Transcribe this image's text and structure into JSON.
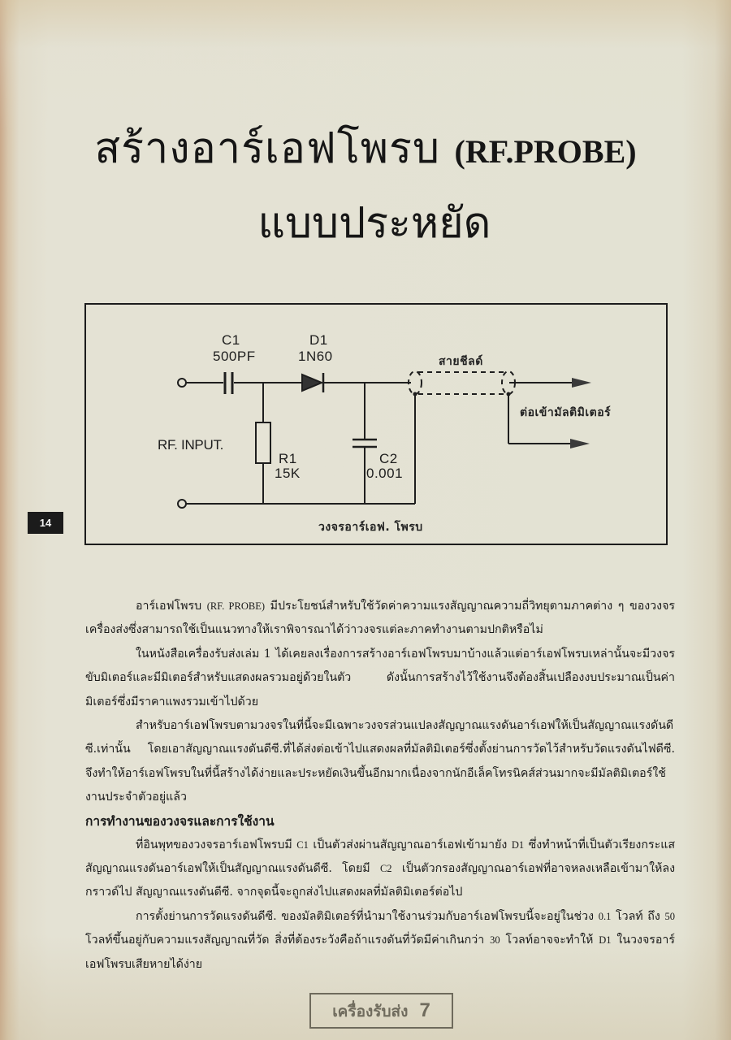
{
  "title": {
    "line1_thai": "สร้างอาร์เอฟโพรบ",
    "line1_latin": "(RF.PROBE)",
    "line2": "แบบประหยัด"
  },
  "figure": {
    "components": {
      "c1": {
        "name": "C1",
        "value": "500PF"
      },
      "d1": {
        "name": "D1",
        "value": "1N60"
      },
      "r1": {
        "name": "R1",
        "value": "15K"
      },
      "c2": {
        "name": "C2",
        "value": "0.001"
      }
    },
    "input_label": "RF. INPUT.",
    "shield_cable_label": "สายชีลด์",
    "output_label": "ต่อเข้ามัลติมิเตอร์",
    "caption": "วงจรอาร์เอฟ. โพรบ"
  },
  "page_number": "14",
  "body": {
    "para1_a": "อาร์เอฟโพรบ ",
    "para1_b": "(RF. PROBE)",
    "para1_c": " มีประโยชน์สำหรับใช้วัดค่าความแรงสัญญาณความถี่วิทยุตามภาคต่าง ๆ ของวงจรเครื่องส่งซึ่งสามารถใช้เป็นแนวทางให้เราพิจารณาได้ว่าวงจรแต่ละภาคทำงานตามปกติหรือไม่",
    "para2": "ในหนังสือเครื่องรับส่งเล่ม 1 ได้เคยลงเรื่องการสร้างอาร์เอฟโพรบมาบ้างแล้วแต่อาร์เอฟโพรบเหล่านั้นจะมีวงจรขับมิเตอร์และมีมิเตอร์สำหรับแสดงผลรวมอยู่ด้วยในตัว ดังนั้นการสร้างไว้ใช้งานจึงต้องสิ้นเปลืองงบประมาณเป็นค่ามิเตอร์ซึ่งมีราคาแพงรวมเข้าไปด้วย",
    "para3": "สำหรับอาร์เอฟโพรบตามวงจรในที่นี้จะมีเฉพาะวงจรส่วนแปลงสัญญาณแรงดันอาร์เอฟให้เป็นสัญญาณแรงดันดีซี.เท่านั้น โดยเอาสัญญาณแรงดันดีซี.ที่ได้ส่งต่อเข้าไปแสดงผลที่มัลติมิเตอร์ซึ่งตั้งย่านการวัดไว้สำหรับวัดแรงดันไฟดีซี. จึงทำให้อาร์เอฟโพรบในที่นี้สร้างได้ง่ายและประหยัดเงินขึ้นอีกมากเนื่องจากนักอีเล็คโทรนิคส์ส่วนมากจะมีมัลติมิเตอร์ใช้งานประจำตัวอยู่แล้ว",
    "heading": "การทำงานของวงจรและการใช้งาน",
    "para4_a": "ที่อินพุทของวงจรอาร์เอฟโพรบมี ",
    "para4_c1": "C1",
    "para4_b": " เป็นตัวส่งผ่านสัญญาณอาร์เอฟเข้ามายัง ",
    "para4_d1": "D1",
    "para4_c": " ซึ่งทำหน้าที่เป็นตัวเรียงกระแสสัญญาณแรงดันอาร์เอฟให้เป็นสัญญาณแรงดันดีซี. โดยมี ",
    "para4_c2": "C2",
    "para4_d": " เป็นตัวกรองสัญญาณอาร์เอฟที่อาจหลงเหลือเข้ามาให้ลงกราวด์ไป สัญญาณแรงดันดีซี. จากจุดนี้จะถูกส่งไปแสดงผลที่มัลติมิเตอร์ต่อไป",
    "para5_a": "การตั้งย่านการวัดแรงดันดีซี. ของมัลติมิเตอร์ที่นำมาใช้งานร่วมกับอาร์เอฟโพรบนี้จะอยู่ในช่วง ",
    "para5_v1": "0.1",
    "para5_b": " โวลท์ ถึง ",
    "para5_v2": "50",
    "para5_c": " โวลท์ขึ้นอยู่กับความแรงสัญญาณที่วัด สิ่งที่ต้องระวังคือถ้าแรงดันที่วัดมีค่าเกินกว่า ",
    "para5_v3": "30",
    "para5_d": " โวลท์อาจจะทำให้ ",
    "para5_d1": "D1",
    "para5_e": " ในวงจรอาร์เอฟโพรบเสียหายได้ง่าย"
  },
  "footer": {
    "book_title": "เครื่องรับส่ง",
    "volume": "7"
  }
}
